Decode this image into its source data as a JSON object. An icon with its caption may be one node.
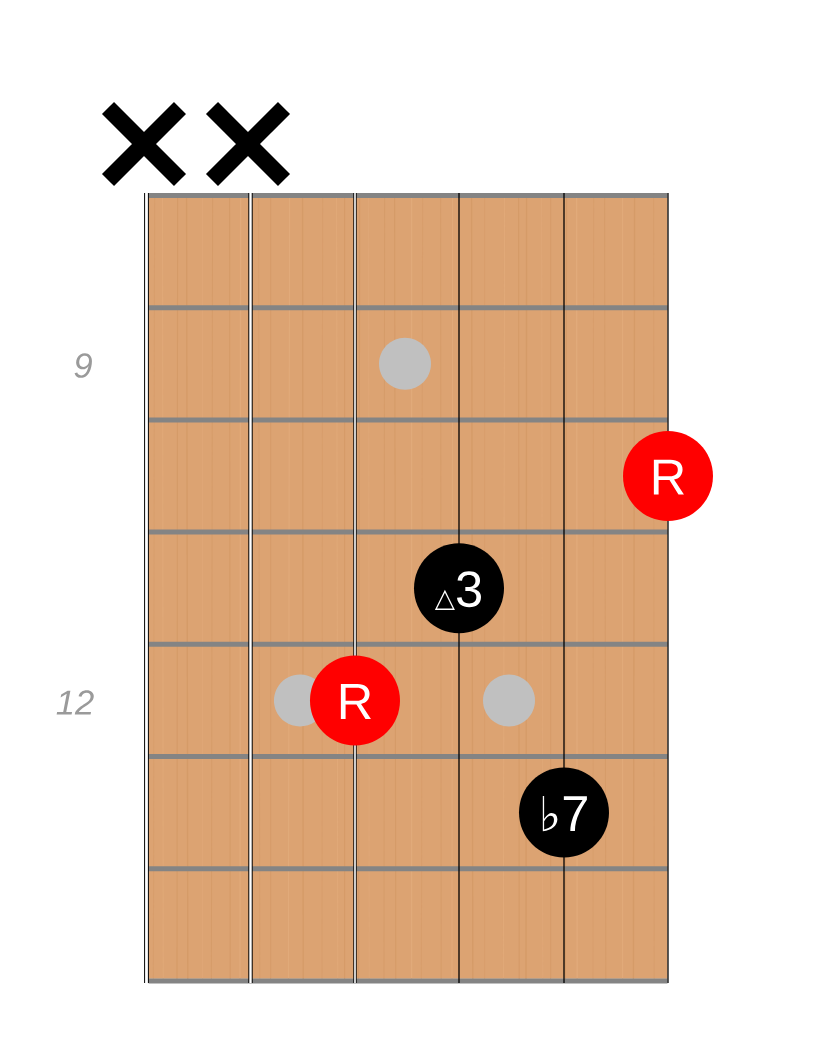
{
  "diagram": {
    "nodes": [
      {
        "text": [],
        "shape": "circle"
      },
      {
        "text": [
          "R"
        ]
      },
      {
        "text": [
          "△3"
        ]
      },
      {
        "text": [],
        "shape": "circle"
      },
      {
        "text": [
          "R"
        ]
      },
      {
        "text": [],
        "shape": "circle"
      },
      {
        "text": [
          "♭7"
        ]
      }
    ],
    "labels": [
      "9",
      "12"
    ]
  }
}
